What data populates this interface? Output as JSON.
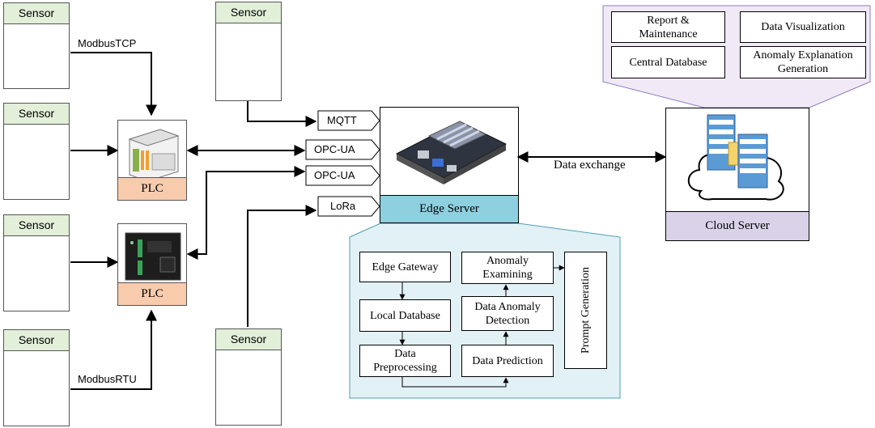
{
  "sensors": {
    "s1": "Sensor",
    "s2": "Sensor",
    "s3": "Sensor",
    "s4": "Sensor",
    "s5": "Sensor",
    "s6": "Sensor"
  },
  "protocols": {
    "modbus_tcp": "ModbusTCP",
    "modbus_rtu": "ModbusRTU",
    "mqtt": "MQTT",
    "opcua_1": "OPC-UA",
    "opcua_2": "OPC-UA",
    "lora": "LoRa"
  },
  "plc": {
    "top_label": "PLC",
    "bottom_label": "PLC"
  },
  "edge_server": {
    "label": "Edge Server"
  },
  "data_exchange": "Data exchange",
  "cloud": {
    "label": "Cloud Server",
    "services": {
      "report": "Report & Maintenance",
      "visualization": "Data Visualization",
      "database": "Central Database",
      "anomaly_explanation": "Anomaly Explanation Generation"
    }
  },
  "edge_modules": {
    "gateway": "Edge Gateway",
    "local_db": "Local Database",
    "preprocessing": "Data Preprocessing",
    "prediction": "Data Prediction",
    "anomaly_detection": "Data Anomaly Detection",
    "anomaly_examining": "Anomaly Examining",
    "prompt": "Prompt Generation"
  }
}
